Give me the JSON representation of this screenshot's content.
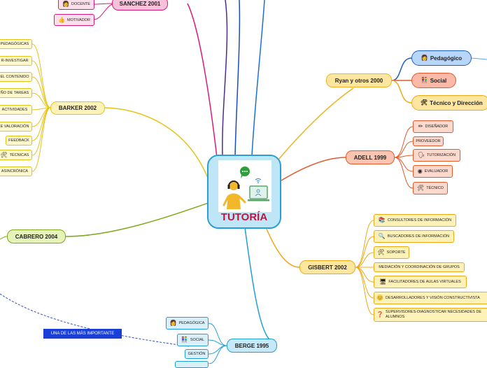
{
  "center": {
    "title": "TUTORÍA"
  },
  "nodes": {
    "sanchez": "SANCHEZ 2001",
    "barker": "BARKER 2002",
    "cabrero": "CABRERO 2004",
    "berge": "BERGE 1995",
    "ryan": "Ryan y otros 2000",
    "adell": "ADELL 1999",
    "gisbert": "GISBERT 2002"
  },
  "sanchez_items": [
    "DOCENTE",
    "MOTIVADOR"
  ],
  "barker_items": [
    "PEDAGÓGICAS",
    "R-INVESTIGAR",
    "EL CONTENIDO",
    "ÑO DE TAREAS",
    "ACTIVIDADES",
    "E VALORACIÓN",
    "FEEDBACK",
    "TÉCNICAS",
    "ASINCRÓNICA"
  ],
  "ryan_items": [
    "Pedagógico",
    "Social",
    "Técnico y Dirección"
  ],
  "adell_items": [
    "DISEÑADOR",
    "PROVEEDOR",
    "TUTORIZACIÓN",
    "EVALUADOR",
    "TÉCNICO"
  ],
  "gisbert_items": [
    "CONSULTORES DE INFORMACIÓN",
    "BUSCADORES DE INFORMACIÓN",
    "SOPORTE",
    "MEDIACIÓN Y COORDINACIÓN DE GRUPOS",
    "FACILITADORES DE AULAS VIRTUALES",
    "DESARROLLADORES Y VISIÓN CONSTRUCTIVISTA",
    "SUPERVISORES-DIAGNOSTICAR NECESIDADES DE ALUMNOS"
  ],
  "berge_items": [
    "PEDAGÓGICA",
    "SOCIAL",
    "GESTIÓN"
  ],
  "floating_label": "UNA DE LAS MÁS IMPORTANTE",
  "colors": {
    "sanchez": "#d81b7a",
    "barker": "#e6c21a",
    "cabrero": "#7fa81a",
    "berge": "#1f9fd6",
    "ryan": "#f0b020",
    "adell": "#e05a2a",
    "gisbert": "#f0a818",
    "center_border": "#2a9fd6",
    "title": "#c0143c"
  }
}
